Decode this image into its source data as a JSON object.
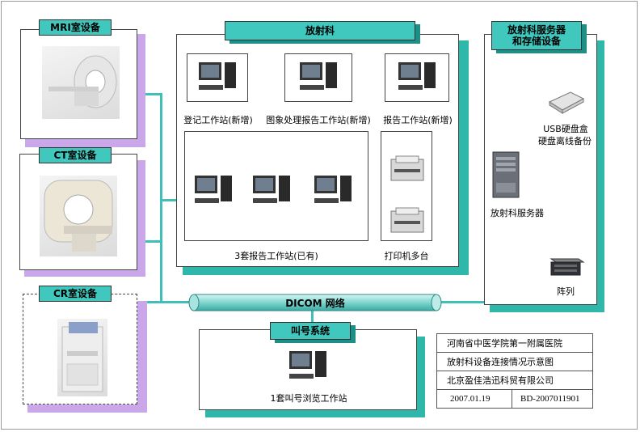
{
  "mri": {
    "title": "MRI室设备"
  },
  "ct": {
    "title": "CT室设备"
  },
  "cr": {
    "title": "CR室设备"
  },
  "radiology": {
    "title": "放射科",
    "workstations": [
      {
        "label": "登记工作站(新增)"
      },
      {
        "label": "图象处理报告工作站(新增)"
      },
      {
        "label": "报告工作站(新增)"
      }
    ],
    "report_group_label": "3套报告工作站(已有)",
    "printer_label": "打印机多台"
  },
  "server_room": {
    "title_line1": "放射科服务器",
    "title_line2": "和存储设备",
    "usb_line1": "USB硬盘盒",
    "usb_line2": "硬盘离线备份",
    "server_label": "放射科服务器",
    "array_label": "阵列"
  },
  "network": {
    "label": "DICOM 网络"
  },
  "queue": {
    "title": "叫号系统",
    "label": "1套叫号浏览工作站"
  },
  "info_block": {
    "hospital": "河南省中医学院第一附属医院",
    "diagram_title": "放射科设备连接情况示意图",
    "company": "北京盈佳浩迅科贸有限公司",
    "date": "2007.01.19",
    "doc_id": "BD-2007011901"
  }
}
